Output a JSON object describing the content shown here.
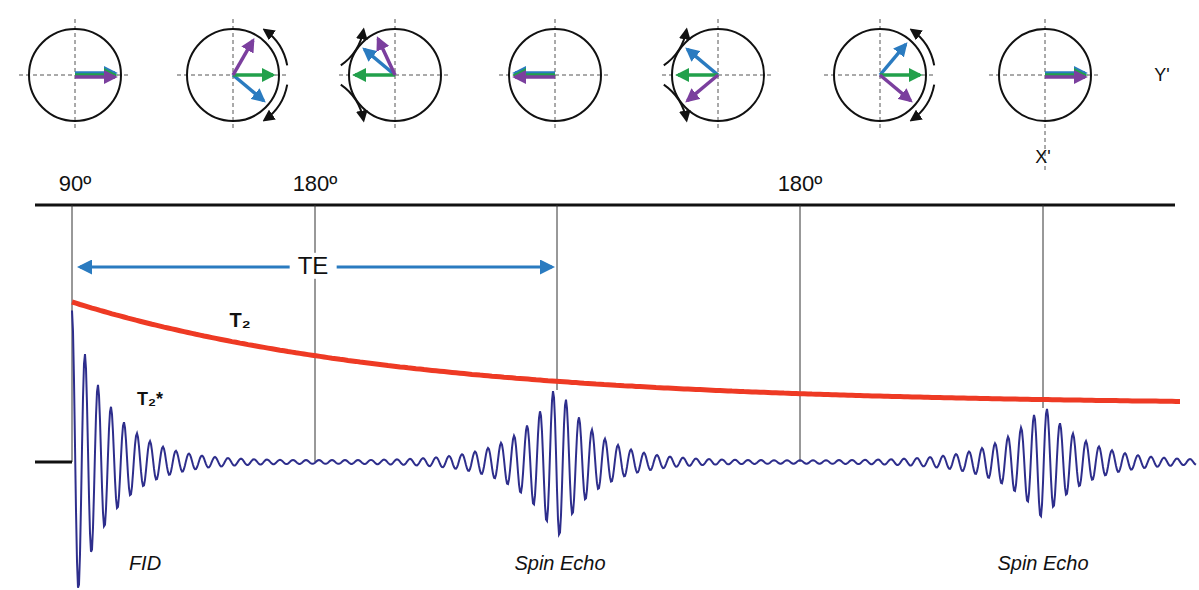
{
  "diagram": {
    "labels": [
      "90º",
      "180º",
      "180º",
      "TE",
      "T₂",
      "T₂*",
      "FID",
      "Spin Echo",
      "Spin Echo",
      "Y'",
      "X'"
    ]
  }
}
